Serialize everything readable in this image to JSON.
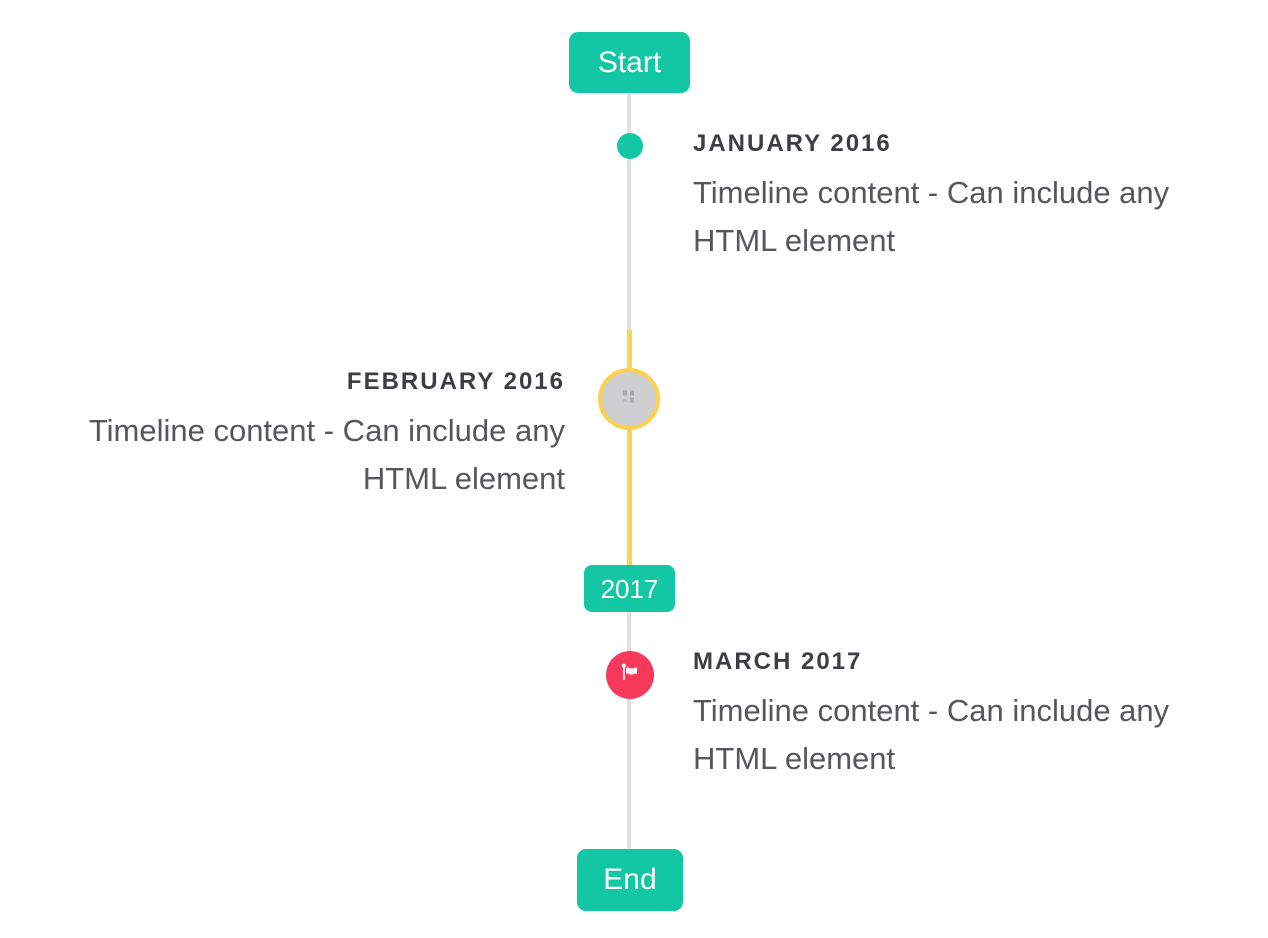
{
  "timeline": {
    "colors": {
      "accent": "#14c7a4",
      "line": "#e0e0e1",
      "highlight_line": "#fbd351",
      "flag_marker": "#f7395c",
      "image_marker_fill": "#cfcfd2",
      "image_marker_border": "#fbd14d",
      "title_text": "#3d3e44",
      "body_text": "#56575c"
    },
    "start_badge": "Start",
    "year_badge": "2017",
    "end_badge": "End",
    "items": [
      {
        "title": "JANUARY 2016",
        "content": "Timeline content - Can include any HTML element",
        "side": "right",
        "marker": "dot"
      },
      {
        "title": "FEBRUARY 2016",
        "content": "Timeline content - Can include any HTML element",
        "side": "left",
        "marker": "image-circle"
      },
      {
        "title": "MARCH 2017",
        "content": "Timeline content - Can include any HTML element",
        "side": "right",
        "marker": "flag"
      }
    ]
  }
}
